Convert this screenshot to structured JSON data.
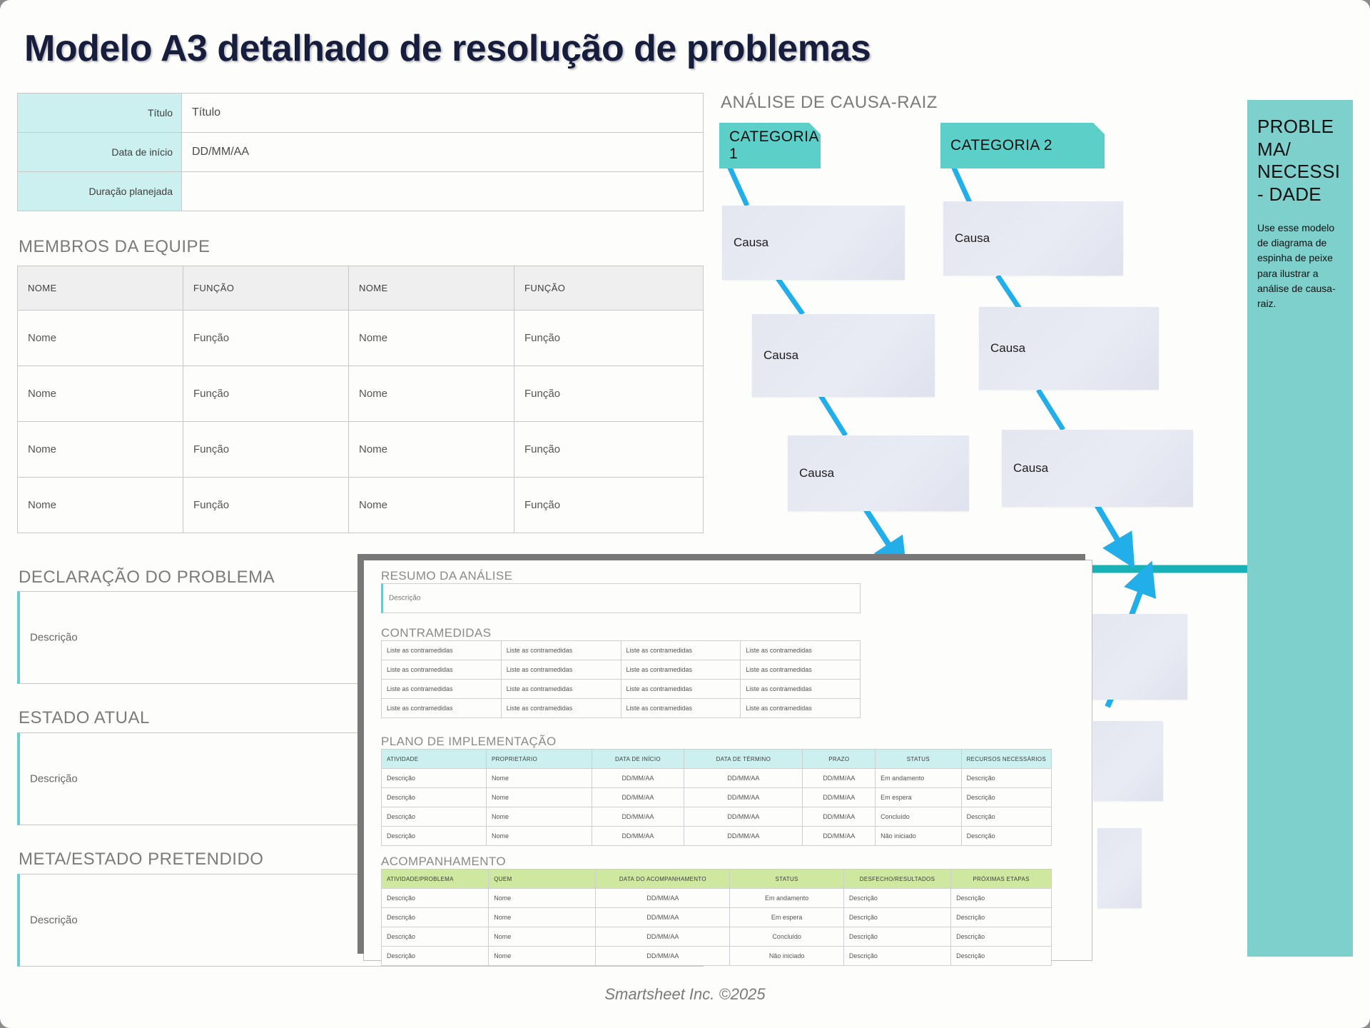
{
  "document": {
    "title": "Modelo A3 detalhado de resolução de problemas",
    "footer": "Smartsheet Inc. ©2025"
  },
  "info": {
    "rows": [
      {
        "label": "Título",
        "value": "Título"
      },
      {
        "label": "Data de início",
        "value": "DD/MM/AA"
      },
      {
        "label": "Duração planejada",
        "value": ""
      }
    ]
  },
  "team": {
    "heading": "MEMBROS DA EQUIPE",
    "columns": [
      "NOME",
      "FUNÇÃO",
      "NOME",
      "FUNÇÃO"
    ],
    "rows": [
      [
        "Nome",
        "Função",
        "Nome",
        "Função"
      ],
      [
        "Nome",
        "Função",
        "Nome",
        "Função"
      ],
      [
        "Nome",
        "Função",
        "Nome",
        "Função"
      ],
      [
        "Nome",
        "Função",
        "Nome",
        "Função"
      ]
    ]
  },
  "left_sections": [
    {
      "heading": "DECLARAÇÃO DO PROBLEMA",
      "placeholder": "Descrição"
    },
    {
      "heading": "ESTADO ATUAL",
      "placeholder": "Descrição"
    },
    {
      "heading": "META/ESTADO PRETENDIDO",
      "placeholder": "Descrição"
    }
  ],
  "fishbone": {
    "heading": "ANÁLISE DE CAUSA-RAIZ",
    "categories": [
      {
        "label": "CATEGORIA 1"
      },
      {
        "label": "CATEGORIA 2"
      }
    ],
    "causes": [
      {
        "label": "Causa"
      },
      {
        "label": "Causa"
      },
      {
        "label": "Causa"
      },
      {
        "label": "Causa"
      },
      {
        "label": "Causa"
      },
      {
        "label": "Causa"
      }
    ],
    "spine_color": "#16b2b8",
    "arrow_color": "#22aee8",
    "category_color": "#5ccfc9"
  },
  "problem_panel": {
    "title": "PROBLEMA/ NECESSI- DADE",
    "body": "Use esse modelo de diagrama de espinha de peixe para ilustrar a análise de causa-raiz.",
    "color": "#7ed0cd"
  },
  "overlay": {
    "summary": {
      "heading": "RESUMO DA ANÁLISE",
      "placeholder": "Descrição"
    },
    "countermeasures": {
      "heading": "CONTRAMEDIDAS",
      "cell": "Liste as contramedidas",
      "rows": 4,
      "cols": 4
    },
    "plan": {
      "heading": "PLANO DE IMPLEMENTAÇÃO",
      "columns": [
        "ATIVIDADE",
        "PROPRIETÁRIO",
        "DATA DE INÍCIO",
        "DATA DE TÉRMINO",
        "PRAZO",
        "STATUS",
        "RECURSOS NECESSÁRIOS"
      ],
      "rows": [
        [
          "Descrição",
          "Nome",
          "DD/MM/AA",
          "DD/MM/AA",
          "DD/MM/AA",
          "Em andamento",
          "Descrição"
        ],
        [
          "Descrição",
          "Nome",
          "DD/MM/AA",
          "DD/MM/AA",
          "DD/MM/AA",
          "Em espera",
          "Descrição"
        ],
        [
          "Descrição",
          "Nome",
          "DD/MM/AA",
          "DD/MM/AA",
          "DD/MM/AA",
          "Concluído",
          "Descrição"
        ],
        [
          "Descrição",
          "Nome",
          "DD/MM/AA",
          "DD/MM/AA",
          "DD/MM/AA",
          "Não iniciado",
          "Descrição"
        ]
      ],
      "header_color": "#ccf0f0"
    },
    "tracking": {
      "heading": "ACOMPANHAMENTO",
      "columns": [
        "ATIVIDADE/PROBLEMA",
        "QUEM",
        "DATA DO ACOMPANHAMENTO",
        "STATUS",
        "DESFECHO/RESULTADOS",
        "PRÓXIMAS ETAPAS"
      ],
      "rows": [
        [
          "Descrição",
          "Nome",
          "DD/MM/AA",
          "Em andamento",
          "Descrição",
          "Descrição"
        ],
        [
          "Descrição",
          "Nome",
          "DD/MM/AA",
          "Em espera",
          "Descrição",
          "Descrição"
        ],
        [
          "Descrição",
          "Nome",
          "DD/MM/AA",
          "Concluído",
          "Descrição",
          "Descrição"
        ],
        [
          "Descrição",
          "Nome",
          "DD/MM/AA",
          "Não iniciado",
          "Descrição",
          "Descrição"
        ]
      ],
      "header_color": "#cfe8a0"
    },
    "status_color": "#16b2b8"
  }
}
